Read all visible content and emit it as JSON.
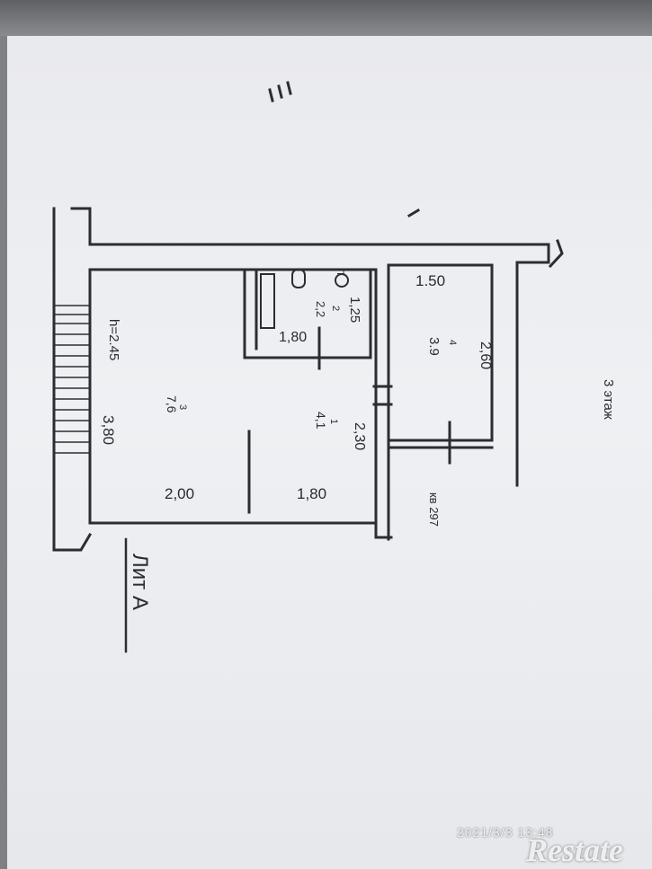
{
  "plan": {
    "rooms": [
      {
        "number": "1",
        "area": "4,1"
      },
      {
        "number": "2",
        "area": "2,2"
      },
      {
        "number": "3",
        "area": "7,6"
      },
      {
        "number": "4",
        "area": "3.9"
      }
    ],
    "dimensions": {
      "room3_width_a": "2,00",
      "room3_width_b": "1,80",
      "room3_depth": "3,80",
      "ceiling_height": "h=2.45",
      "bath_width": "1,80",
      "bath_depth": "1,25",
      "corridor_depth": "2,30",
      "room4_width": "1.50",
      "room4_depth": "2,60"
    },
    "fixture_label": "П",
    "apartment": "кв 297",
    "floor": "3 этаж",
    "letter": "Лит А"
  },
  "watermark": {
    "date": "2021/3/3 13:48",
    "brand": "Restate"
  }
}
